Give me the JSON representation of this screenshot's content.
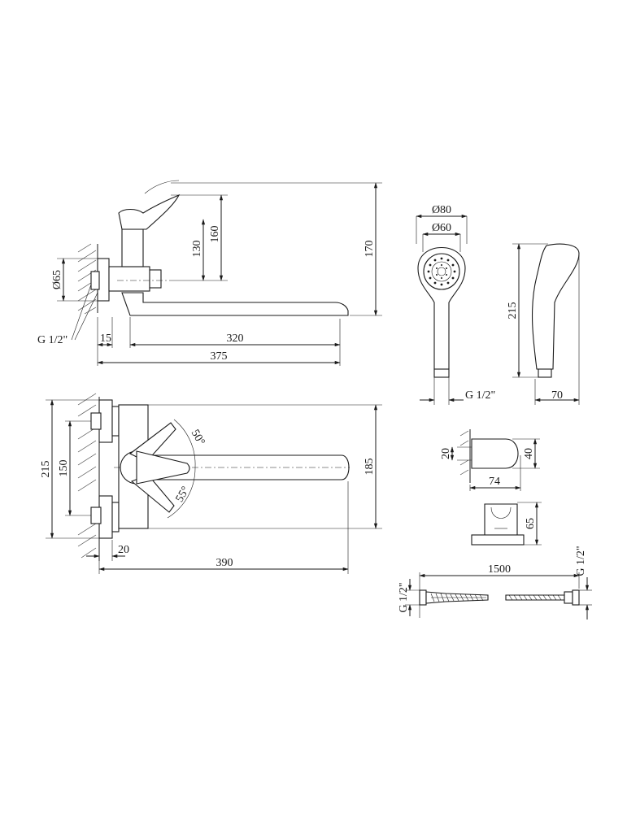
{
  "diagram": {
    "side_view": {
      "d65": "Ø65",
      "thread": "G 1/2\"",
      "h130": "130",
      "h160": "160",
      "h170": "170",
      "w15": "15",
      "w320": "320",
      "w375": "375"
    },
    "top_view": {
      "h215": "215",
      "h150": "150",
      "h185": "185",
      "angle50": "50°",
      "angle55": "55°",
      "w20": "20",
      "w390": "390"
    },
    "shower_head": {
      "d80": "Ø80",
      "d60": "Ø60",
      "h215": "215",
      "thread": "G 1/2\"",
      "w70": "70"
    },
    "holder": {
      "h20": "20",
      "h40": "40",
      "w74": "74",
      "h65": "65"
    },
    "hose": {
      "length": "1500",
      "thread_left": "G 1/2\"",
      "thread_right": "G 1/2\""
    }
  }
}
